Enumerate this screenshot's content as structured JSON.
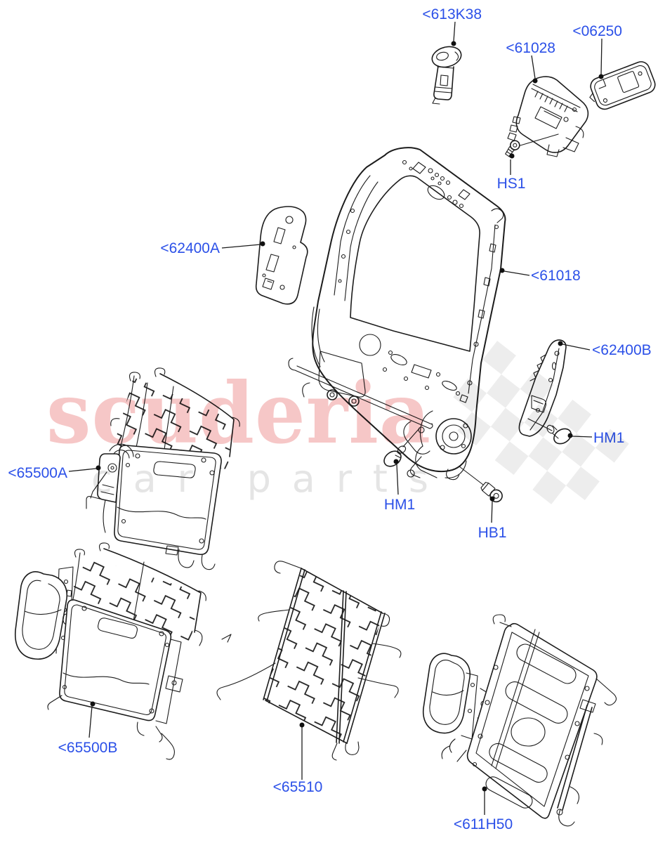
{
  "diagram": {
    "colors": {
      "label_blue": "#2b50e8",
      "line_black": "#1c1c1c",
      "watermark_pink": "#f6c7c7",
      "watermark_gray": "#e5e5e5",
      "checker_gray": "#ededed",
      "background": "#ffffff"
    },
    "watermark": {
      "brand": "scuderia",
      "subtext": "car parts"
    },
    "labels": [
      {
        "id": "613K38",
        "text": "<613K38"
      },
      {
        "id": "61028",
        "text": "<61028"
      },
      {
        "id": "06250",
        "text": "<06250"
      },
      {
        "id": "HS1",
        "text": "HS1"
      },
      {
        "id": "62400A",
        "text": "<62400A"
      },
      {
        "id": "61018",
        "text": "<61018"
      },
      {
        "id": "62400B",
        "text": "<62400B"
      },
      {
        "id": "HM1_right",
        "text": "HM1"
      },
      {
        "id": "65500A",
        "text": "<65500A"
      },
      {
        "id": "HM1_mid",
        "text": "HM1"
      },
      {
        "id": "HB1",
        "text": "HB1"
      },
      {
        "id": "65500B",
        "text": "<65500B"
      },
      {
        "id": "65510",
        "text": "<65510"
      },
      {
        "id": "611H50",
        "text": "<611H50"
      }
    ]
  }
}
